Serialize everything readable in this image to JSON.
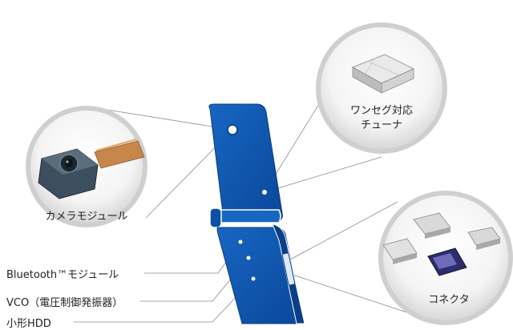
{
  "callouts": {
    "camera": {
      "label": "カメラモジュール"
    },
    "tuner": {
      "line1": "ワンセグ対応",
      "line2": "チューナ"
    },
    "connector": {
      "label": "コネクタ"
    }
  },
  "side_labels": {
    "bluetooth": "Bluetooth™モジュール",
    "vco": "VCO（電圧制御発振器）",
    "hdd": "小形HDD"
  },
  "colors": {
    "phone_blue": "#0b4fa6",
    "phone_blue_dark": "#083c82",
    "ring_gray": "#b9b9b9",
    "leader_line": "#8a8a8a"
  }
}
